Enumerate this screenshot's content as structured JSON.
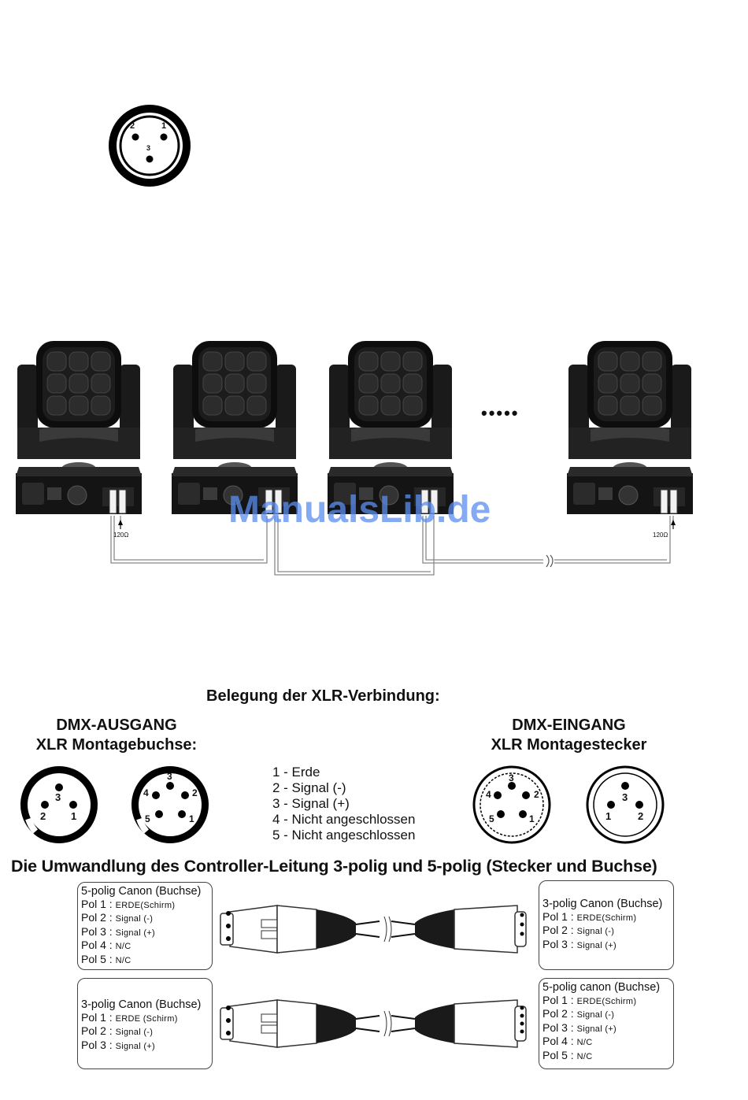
{
  "top_connector": {
    "pins": [
      "2",
      "1",
      "3"
    ]
  },
  "chain": {
    "ellipsis": "•••••",
    "terminator_left": "120Ω",
    "terminator_right": "120Ω"
  },
  "watermark": "ManualsLib.de",
  "xlr": {
    "title": "Belegung der XLR-Verbindung:",
    "output_heading_line1": "DMX-AUSGANG",
    "output_heading_line2": "XLR Montagebuchse:",
    "input_heading_line1": "DMX-EINGANG",
    "input_heading_line2": "XLR Montagestecker",
    "pins": [
      "1 - Erde",
      "2 - Signal (-)",
      "3 - Signal (+)",
      "4 - Nicht angeschlossen",
      "5 - Nicht angeschlossen"
    ],
    "out3_pins": [
      "3",
      "2",
      "1"
    ],
    "out5_pins": [
      "3",
      "4",
      "2",
      "5",
      "1"
    ],
    "in5_pins": [
      "3",
      "4",
      "2",
      "5",
      "1"
    ],
    "in3_pins": [
      "3",
      "1",
      "2"
    ]
  },
  "conversion": {
    "title": "Die Umwandlung des Controller-Leitung 3-polig und 5-polig (Stecker und Buchse)",
    "box1": {
      "title": "5-polig Canon (Buchse)",
      "rows": [
        {
          "pol": "Pol 1 :",
          "val": "ERDE(Schirm)"
        },
        {
          "pol": "Pol 2 :",
          "val": "Signal (-)"
        },
        {
          "pol": "Pol 3 :",
          "val": "Signal (+)"
        },
        {
          "pol": "Pol 4 :",
          "val": "N/C"
        },
        {
          "pol": "Pol 5 :",
          "val": "N/C"
        }
      ]
    },
    "box2": {
      "title": "3-polig Canon (Buchse)",
      "rows": [
        {
          "pol": "Pol 1 :",
          "val": "ERDE(Schirm)"
        },
        {
          "pol": "Pol 2 :",
          "val": "Signal (-)"
        },
        {
          "pol": "Pol 3 :",
          "val": "Signal (+)"
        }
      ]
    },
    "box3": {
      "title": "3-polig Canon (Buchse)",
      "rows": [
        {
          "pol": "Pol 1 :",
          "val": "ERDE (Schirm)"
        },
        {
          "pol": "Pol 2 :",
          "val": "Signal (-)"
        },
        {
          "pol": "Pol 3 :",
          "val": "Signal (+)"
        }
      ]
    },
    "box4": {
      "title": "5-polig canon (Buchse)",
      "rows": [
        {
          "pol": "Pol 1 :",
          "val": "ERDE(Schirm)"
        },
        {
          "pol": "Pol 2 :",
          "val": "Signal (-)"
        },
        {
          "pol": "Pol 3 :",
          "val": "Signal (+)"
        },
        {
          "pol": "Pol 4 :",
          "val": "N/C"
        },
        {
          "pol": "Pol 5 :",
          "val": "N/C"
        }
      ]
    }
  }
}
